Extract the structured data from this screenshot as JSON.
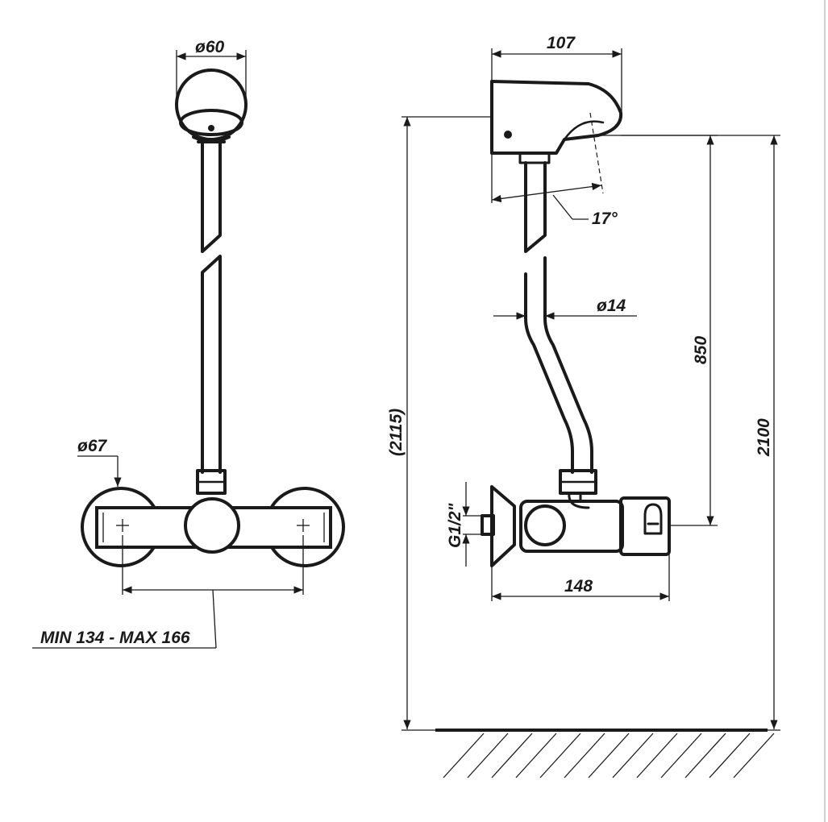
{
  "drawing": {
    "ink": "#1a1a1a",
    "background": "#ffffff",
    "labels": {
      "head_diameter": "ø60",
      "mixer_diameter": "ø67",
      "centres": "MIN 134 - MAX 166",
      "head_depth": "107",
      "spray_angle": "17°",
      "pipe_diameter": "ø14",
      "outlet_height": "(2115)",
      "mixer_to_head": "850",
      "total_height": "2100",
      "thread": "G1/2\"",
      "mixer_depth": "148"
    }
  }
}
